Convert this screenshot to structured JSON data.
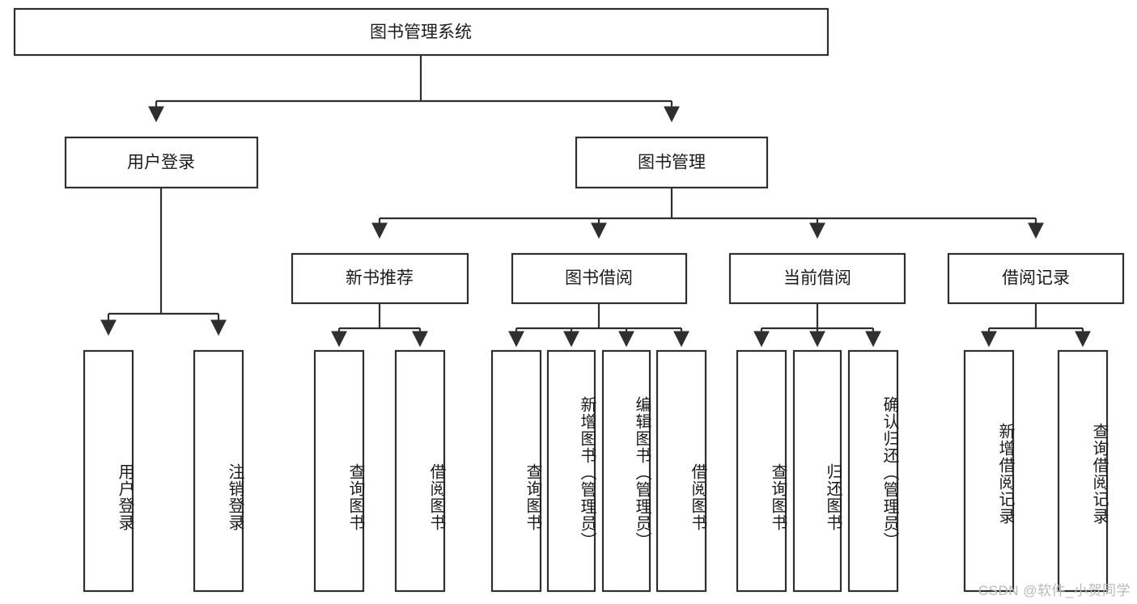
{
  "diagram": {
    "type": "tree",
    "title_box": {
      "label": "图书管理系统"
    },
    "level2": [
      {
        "label": "用户登录"
      },
      {
        "label": "图书管理"
      }
    ],
    "level3": [
      {
        "label": "新书推荐"
      },
      {
        "label": "图书借阅"
      },
      {
        "label": "当前借阅"
      },
      {
        "label": "借阅记录"
      }
    ],
    "leaves": {
      "user_login": [
        {
          "label": "用户登录"
        },
        {
          "label": "注销登录"
        }
      ],
      "new_book_recommend": [
        {
          "label": "查询图书"
        },
        {
          "label": "借阅图书"
        }
      ],
      "book_borrow": [
        {
          "label": "查询图书"
        },
        {
          "label": "新增图书（管理员）"
        },
        {
          "label": "编辑图书（管理员）"
        },
        {
          "label": "借阅图书"
        }
      ],
      "current_borrow": [
        {
          "label": "查询图书"
        },
        {
          "label": "归还图书"
        },
        {
          "label": "确认归还（管理员）"
        }
      ],
      "borrow_record": [
        {
          "label": "新增借阅记录"
        },
        {
          "label": "查询借阅记录"
        }
      ]
    }
  },
  "watermark": {
    "text": "CSDN @软件_小贺同学"
  },
  "colors": {
    "stroke": "#2f2f2f",
    "fill": "#ffffff",
    "text": "#1b1b1b",
    "watermark": "#b9b9b9"
  }
}
